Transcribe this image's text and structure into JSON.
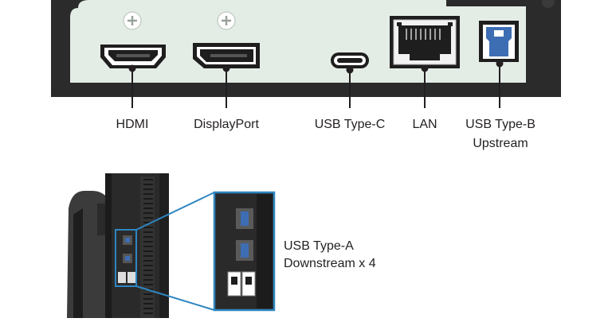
{
  "ports": [
    {
      "id": "hdmi",
      "label": "HDMI"
    },
    {
      "id": "displayport",
      "label": "DisplayPort"
    },
    {
      "id": "usb-c",
      "label": "USB Type-C"
    },
    {
      "id": "lan",
      "label": "LAN"
    },
    {
      "id": "usb-b",
      "label": "USB Type-B",
      "label2": "Upstream"
    }
  ],
  "side_callout": {
    "line1": "USB Type-A",
    "line2": "Downstream x 4"
  },
  "colors": {
    "panel": "#e4ece6",
    "bezel": "#2b2b2b",
    "usb_blue": "#3d6db3",
    "callout": "#2e86c1",
    "label": "#231f20"
  }
}
